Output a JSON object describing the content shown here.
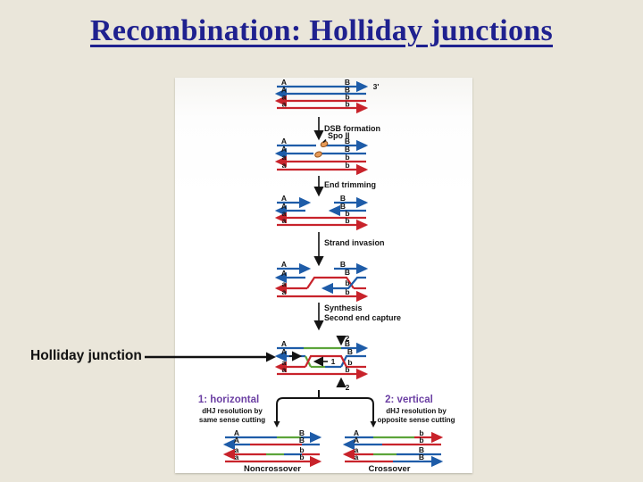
{
  "slide": {
    "title": "Recombination: Holliday junctions"
  },
  "colors": {
    "background": "#EAE6DA",
    "panel": "#FFFFFF",
    "title": "#1F218F",
    "strand_blue": "#1E5CA8",
    "strand_red": "#C8232B",
    "new_synthesis_green": "#5CA43A",
    "resolution_purple": "#6B3FA3",
    "spo_protein_orange": "#E69A57",
    "text_black": "#141414"
  },
  "diagram": {
    "pointer_label": "Holliday junction",
    "strand_labels": {
      "A": "A",
      "B": "B",
      "a": "a",
      "b": "b",
      "three_prime": "3'"
    },
    "steps": {
      "dsb": "DSB formation",
      "spo": "Spo II",
      "end_trimming": "End trimming",
      "strand_invasion": "Strand invasion",
      "synthesis": "Synthesis",
      "second_end_capture": "Second end capture"
    },
    "cuts": {
      "horizontal": "1",
      "vertical": "2"
    },
    "resolution": {
      "left": {
        "title": "1: horizontal",
        "desc1": "dHJ resolution by",
        "desc2": "same sense cutting",
        "product": "Noncrossover"
      },
      "right": {
        "title": "2: vertical",
        "desc1": "dHJ resolution by",
        "desc2": "opposite sense cutting",
        "product": "Crossover"
      }
    }
  }
}
